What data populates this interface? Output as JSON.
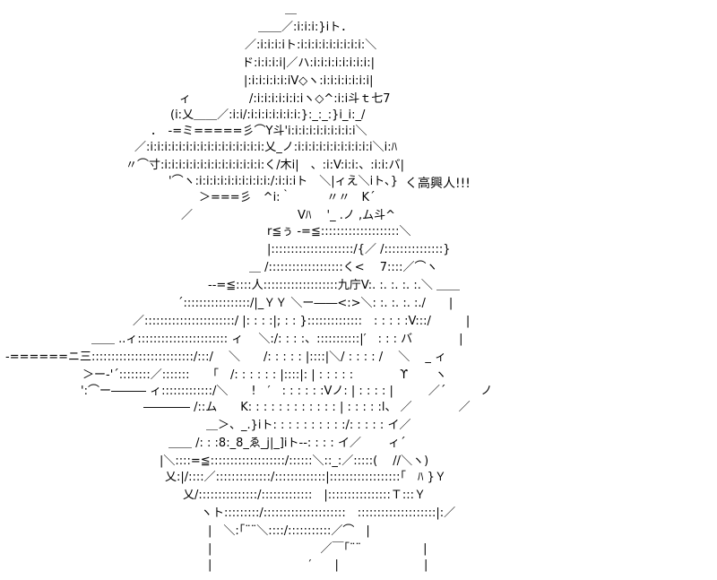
{
  "art": {
    "lines": [
      "＿",
      "＿＿／:i:i:i:}iト．",
      "／:i:i:i:iト:i:i:i:i:i:i:i:i:i:＼",
      "ド:i:i:i:i|／ハ:i:i:i:i:i:i:i:i:|",
      "|:i:i:i:i:i:iV◇ヽ:i:i:i:i:i:i:i|",
      "ィ　　　　　/:i:i:i:i:i:i:iヽ◇^:i:i斗ｔ七7",
      "(i:乂＿＿／:i:i/:i:i:i:i:i:i:i:}:_:_:}i_i:_/",
      "．　-=ミ=====彡⌒Y斗'i:i:i:i:i:i:i:i:i:i＼",
      "／:i:i:i:i:i:i:i:i:i:i:i:i:i:i:i:i:乂_ノ:i:i:i:i:i:i:i:i:i:i:i＼i:ﾊ",
      "〃⌒寸:i:i:i:i:i:i:i:i:i:i:i:i:i:i:く/木i|　、:i:V:i:i:、:i:i:バ|",
      "'⌒ヽ:i:i:i:i:i:i:i:i:i:i:/:i:i:iト　＼|ィえ＼iト､}",
      "＞===彡　^i:｀　　　〃〃　K´",
      "／　　　　　　　　　Vﾊ　 '_ .ノ ,ム斗^",
      "r≦ぅ -=≦::::::::::::::::::::＼",
      "|:::::::::::::::::::::/{／ /:::::::::::::::}",
      "＿ /:::::::::::::::::::く<　 7::::／⌒ヽ",
      "--=≦::::人:::::::::::::::::::九庁V:. :. :. :. :.＼ ＿＿",
      "´:::::::::::::::::/|_ＹＹ ＼ー――<:>＼: :. :. :. :./　　|",
      "／:::::::::::::::::::::::/ |: : : :|; : : }::::::::::::::　: : : : :V:::/　　　|",
      "＿＿ ..ィ::::::::::::::::::::::: ィ　 ＼:/: : : :、:::::::::::|′　: : : バ　　　　|",
      "-======ニ三::::::::::::::::::::::::::/:::/　 ＼　　/: : : : : |::::|＼/ : : : : /　 ＼　 _ ィ",
      "＞ー-'´::::::::／:::::::　　｢　/: : : : : : |::::|: | : : : : :　　　　ϒ　　 ヽ",
      "':⌒ー――― ィ:::::::::::::/＼　　!　′　: : : : : :Vノ: | : : : : |　　　／´　　　ノ",
      "―――― /::ム　　K: : : : : : : : : : : : | : : : : :l、 ／　　　　／",
      "＿＞、_.}iト: : : : : : : : : :/: : : : : イ／",
      "＿＿ /: : :8:_8_ゑ_j|_]iト--: : : : イ／　 　ィ´",
      "|＼::::=≦:::::::::::::::::::/::::::＼::_:／:::::(　 //＼ヽ)",
      "乂:|/::::／::::::::::::::/:::::::::::::|::::::::::::::::::｢　ﾊ }Ｙ",
      "乂/:::::::::::::::/:::::::::::::　|::::::::::::::::Ｔ:::Ｙ",
      "ヽト:::::::::/:::::::::::::::::::::　::::::::::::::::::::|:／",
      "|　＼:｢¨¨＼::::/:::::::::::／⌒　|",
      "|　　　　　　　　　 ／￣｢¨¨　　　　　 |",
      "|　　　　　　　　 ′　　|　　　　　　　 |"
    ],
    "speech": "く高興人!!!"
  }
}
